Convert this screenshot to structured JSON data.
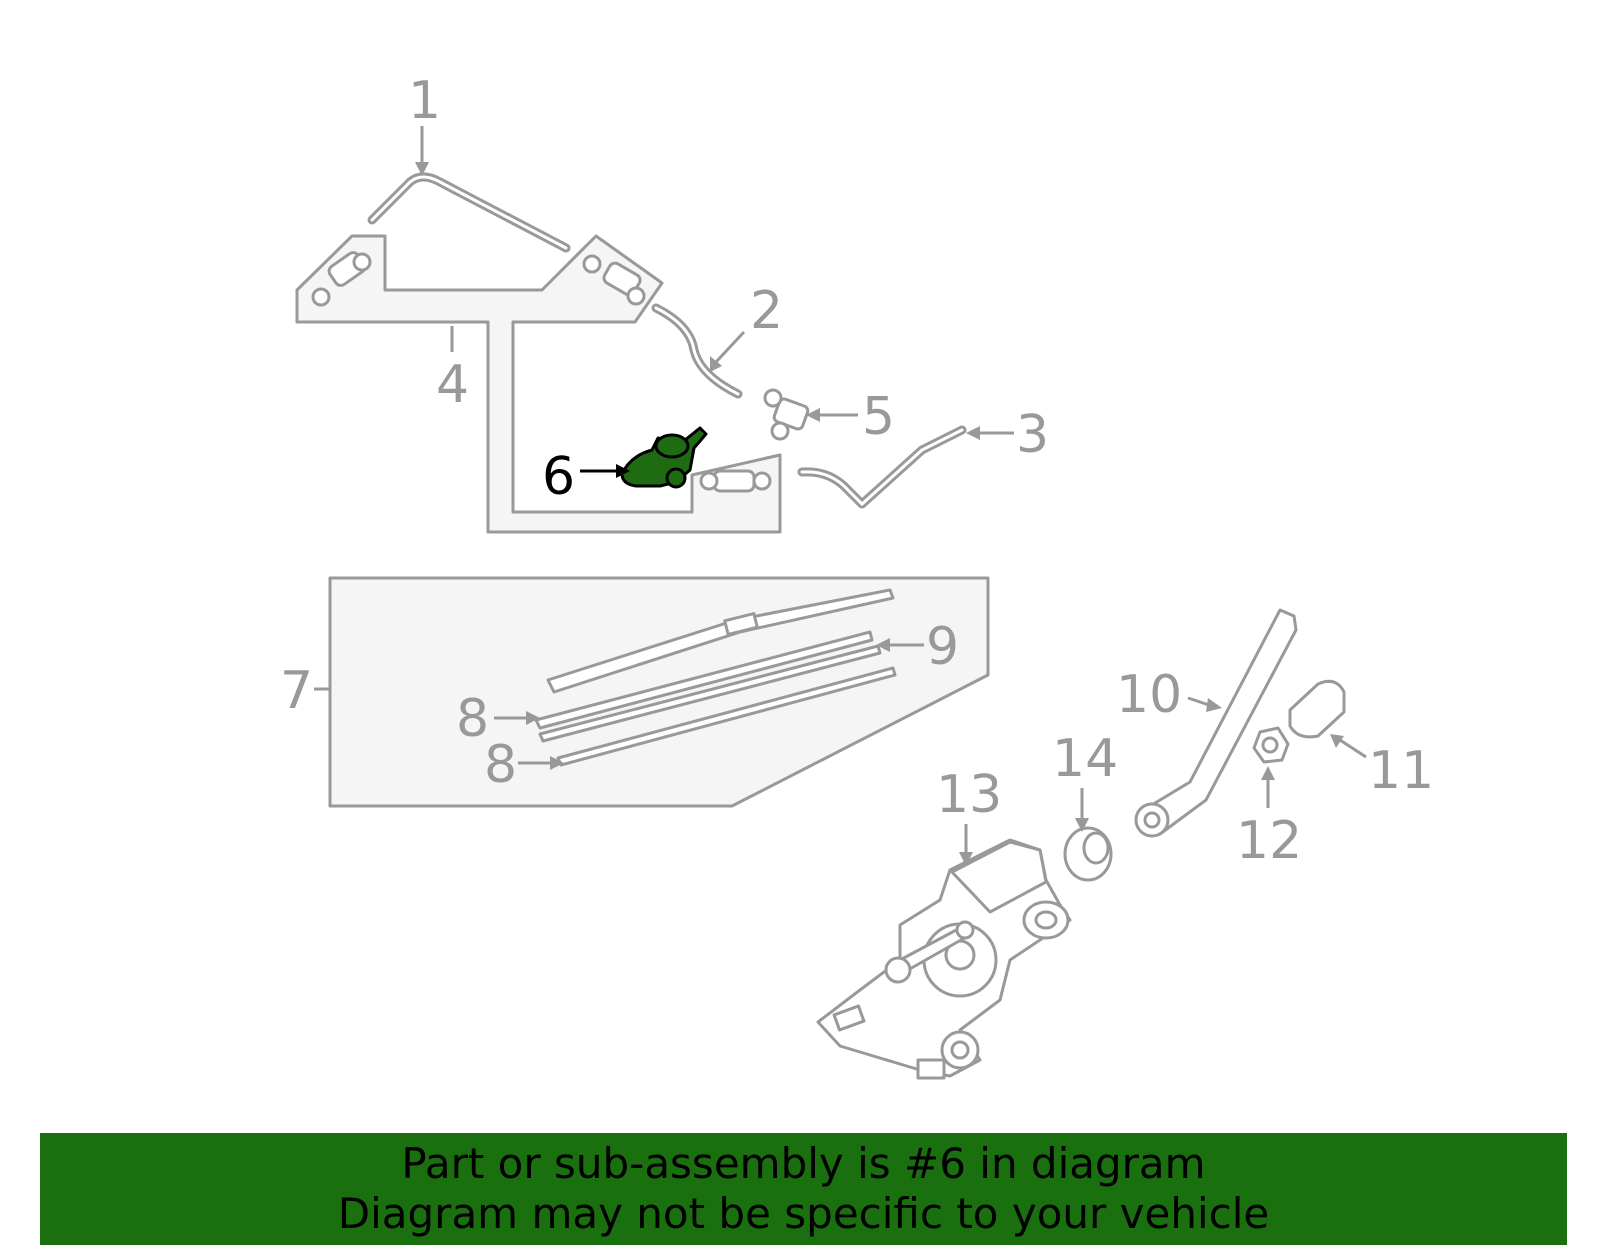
{
  "diagram": {
    "highlighted_part": "6",
    "callouts": [
      {
        "id": "c1",
        "label": "1"
      },
      {
        "id": "c2",
        "label": "2"
      },
      {
        "id": "c3",
        "label": "3"
      },
      {
        "id": "c4",
        "label": "4"
      },
      {
        "id": "c5",
        "label": "5"
      },
      {
        "id": "c6",
        "label": "6"
      },
      {
        "id": "c7",
        "label": "7"
      },
      {
        "id": "c8a",
        "label": "8"
      },
      {
        "id": "c8b",
        "label": "8"
      },
      {
        "id": "c9",
        "label": "9"
      },
      {
        "id": "c10",
        "label": "10"
      },
      {
        "id": "c11",
        "label": "11"
      },
      {
        "id": "c12",
        "label": "12"
      },
      {
        "id": "c13",
        "label": "13"
      },
      {
        "id": "c14",
        "label": "14"
      }
    ]
  },
  "banner": {
    "line1": "Part or sub-assembly is #6 in diagram",
    "line2": "Diagram may not be specific to your vehicle"
  },
  "colors": {
    "highlight": "#1e6b12",
    "banner_bg": "#1a6f0e",
    "line": "#999999"
  }
}
